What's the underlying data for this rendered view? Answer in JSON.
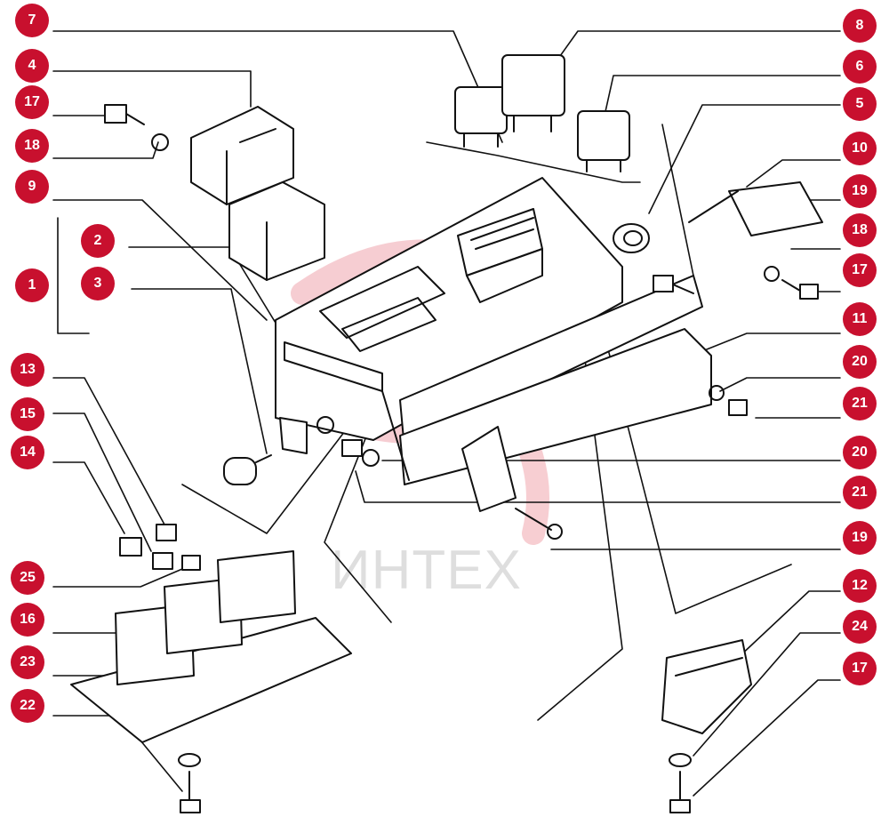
{
  "watermark": {
    "text": "ИНТЕХ",
    "logo": "interchange-arrows-logo"
  },
  "colors": {
    "callout_fill": "#c8102e",
    "callout_text": "#ffffff",
    "line": "#111111",
    "watermark": "#f4b8be"
  },
  "callouts_left": [
    "7",
    "4",
    "17",
    "18",
    "9",
    "2",
    "1",
    "3",
    "13",
    "15",
    "14",
    "25",
    "16",
    "23",
    "22"
  ],
  "callouts_right": [
    "8",
    "6",
    "5",
    "10",
    "19",
    "18",
    "17",
    "11",
    "20",
    "21",
    "20",
    "21",
    "19",
    "12",
    "24",
    "17"
  ]
}
